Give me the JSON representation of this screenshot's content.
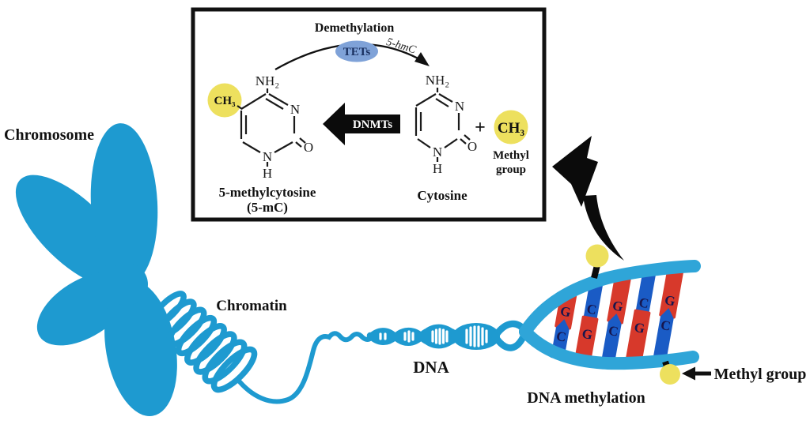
{
  "labels": {
    "chromosome": "Chromosome",
    "chromatin": "Chromatin",
    "dna": "DNA",
    "dna_methylation": "DNA methylation",
    "methyl_group": "Methyl group"
  },
  "inset": {
    "demethylation": "Demethylation",
    "tets": "TETs",
    "five_hmc": "5-hmC",
    "dnmts": "DNMTs",
    "plus": "+",
    "left_molecule": {
      "amine": "NH₂",
      "n_ring": "N",
      "n_base": "N",
      "h": "H",
      "o": "O",
      "methyl": "CH₃",
      "name": "5-methylcytosine",
      "abbrev": "(5-mC)"
    },
    "right_molecule": {
      "amine": "NH₂",
      "n_ring": "N",
      "n_base": "N",
      "h": "H",
      "o": "O",
      "name": "Cytosine"
    },
    "methyl_legend": {
      "symbol": "CH₃",
      "caption_line1": "Methyl",
      "caption_line2": "group"
    }
  },
  "methylation": {
    "base_pairs": [
      {
        "top": "G",
        "bottom": "C"
      },
      {
        "top": "C",
        "bottom": "G"
      },
      {
        "top": "G",
        "bottom": "C"
      },
      {
        "top": "C",
        "bottom": "G"
      },
      {
        "top": "G",
        "bottom": "C"
      }
    ]
  },
  "colors": {
    "strand_blue": "#1E9AD0",
    "fork_blue": "#2FA5D8",
    "pair_red": "#D7392B",
    "pair_blue": "#1A5BC5",
    "methyl_yellow": "#EDE05E",
    "tets_blue": "#7FA2D8",
    "ink_black": "#0B0B0B"
  }
}
